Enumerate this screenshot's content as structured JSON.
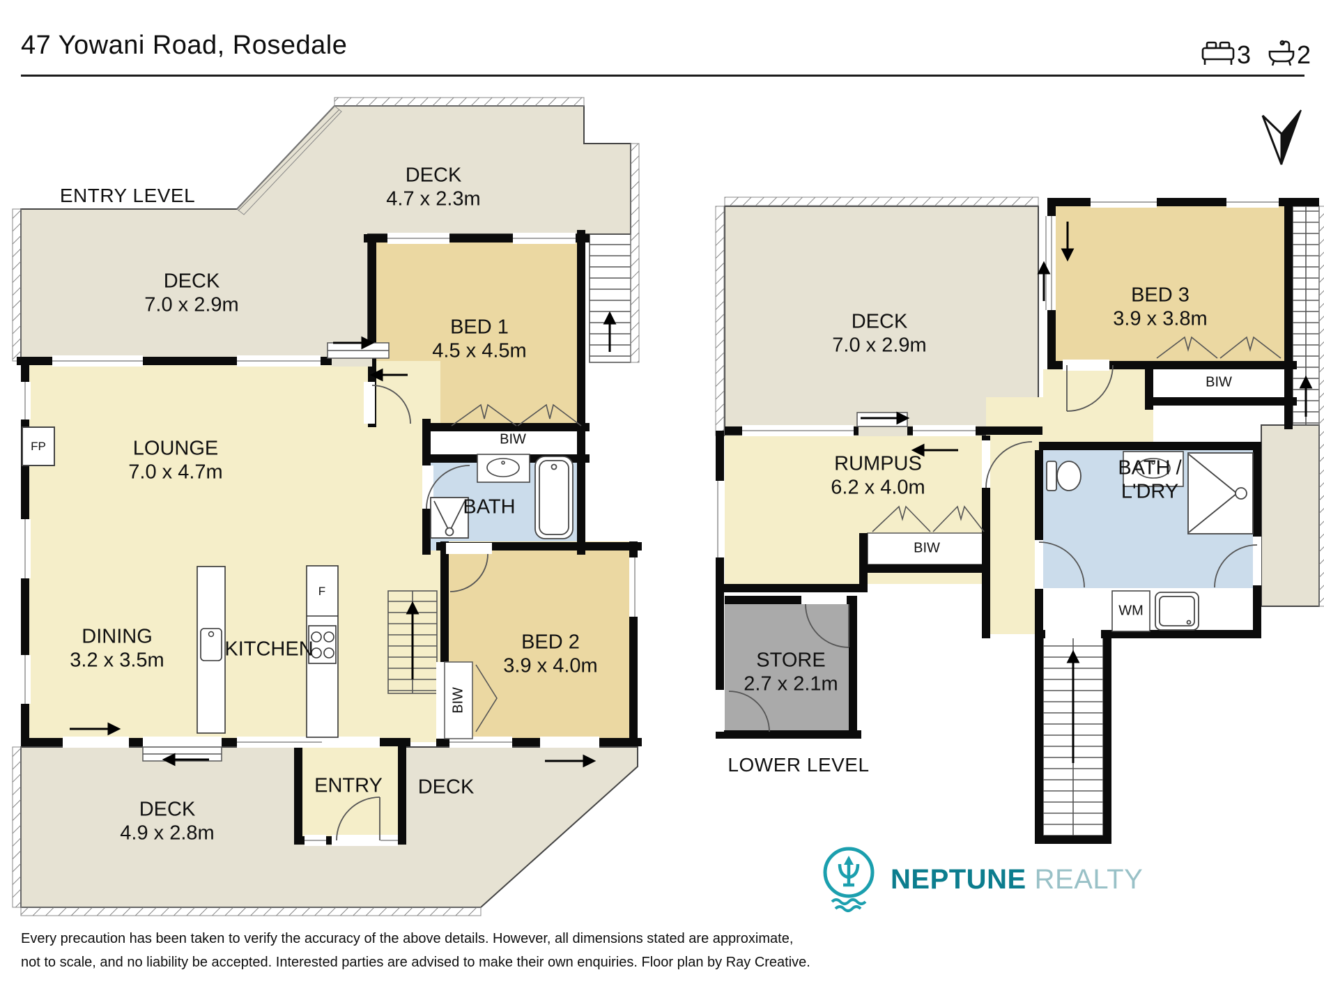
{
  "header": {
    "title": "47 Yowani Road, Rosedale",
    "bed_count": "3",
    "bath_count": "2"
  },
  "plans": {
    "entry": {
      "title": "ENTRY LEVEL",
      "rooms": [
        {
          "name": "DECK",
          "dims": "4.7 x 2.3m"
        },
        {
          "name": "DECK",
          "dims": "7.0 x 2.9m"
        },
        {
          "name": "BED 1",
          "dims": "4.5 x 4.5m"
        },
        {
          "name": "LOUNGE",
          "dims": "7.0 x 4.7m"
        },
        {
          "name": "DINING",
          "dims": "3.2 x 3.5m"
        },
        {
          "name": "KITCHEN"
        },
        {
          "name": "BATH"
        },
        {
          "name": "BED 2",
          "dims": "3.9 x 4.0m"
        },
        {
          "name": "ENTRY"
        },
        {
          "name": "DECK"
        },
        {
          "name": "DECK",
          "dims": "4.9 x 2.8m"
        }
      ],
      "fixtures": {
        "fireplace": "FP",
        "fridge": "F",
        "wardrobe1": "BIW",
        "wardrobe2": "BIW"
      }
    },
    "lower": {
      "title": "LOWER LEVEL",
      "rooms": [
        {
          "name": "DECK",
          "dims": "7.0 x 2.9m"
        },
        {
          "name": "BED 3",
          "dims": "3.9 x 3.8m"
        },
        {
          "name": "RUMPUS",
          "dims": "6.2 x 4.0m"
        },
        {
          "name": "BATH /",
          "name2": "L'DRY"
        },
        {
          "name": "STORE",
          "dims": "2.7 x 2.1m"
        }
      ],
      "fixtures": {
        "wardrobe3": "BIW",
        "wardrobe4": "BIW",
        "washing_machine": "WM"
      }
    }
  },
  "footer": {
    "disclaimer_line1": "Every precaution has been taken to verify the accuracy of the above details. However, all dimensions stated are approximate,",
    "disclaimer_line2": "not to scale, and no liability be accepted. Interested parties are advised to make their own enquiries. Floor plan by Ray Creative.",
    "logo": {
      "brand_primary": "NEPTUNE",
      "brand_secondary": "REALTY"
    }
  },
  "colors": {
    "deck": "#e6e2d3",
    "living": "#f5eec9",
    "bedroom": "#ebd8a2",
    "bath": "#cbdceb",
    "store": "#aaaaaa",
    "wall": "#0b0b0b",
    "brand_teal": "#1b9fae",
    "brand_dark": "#0c7d8e",
    "brand_light": "#99c1c7"
  }
}
